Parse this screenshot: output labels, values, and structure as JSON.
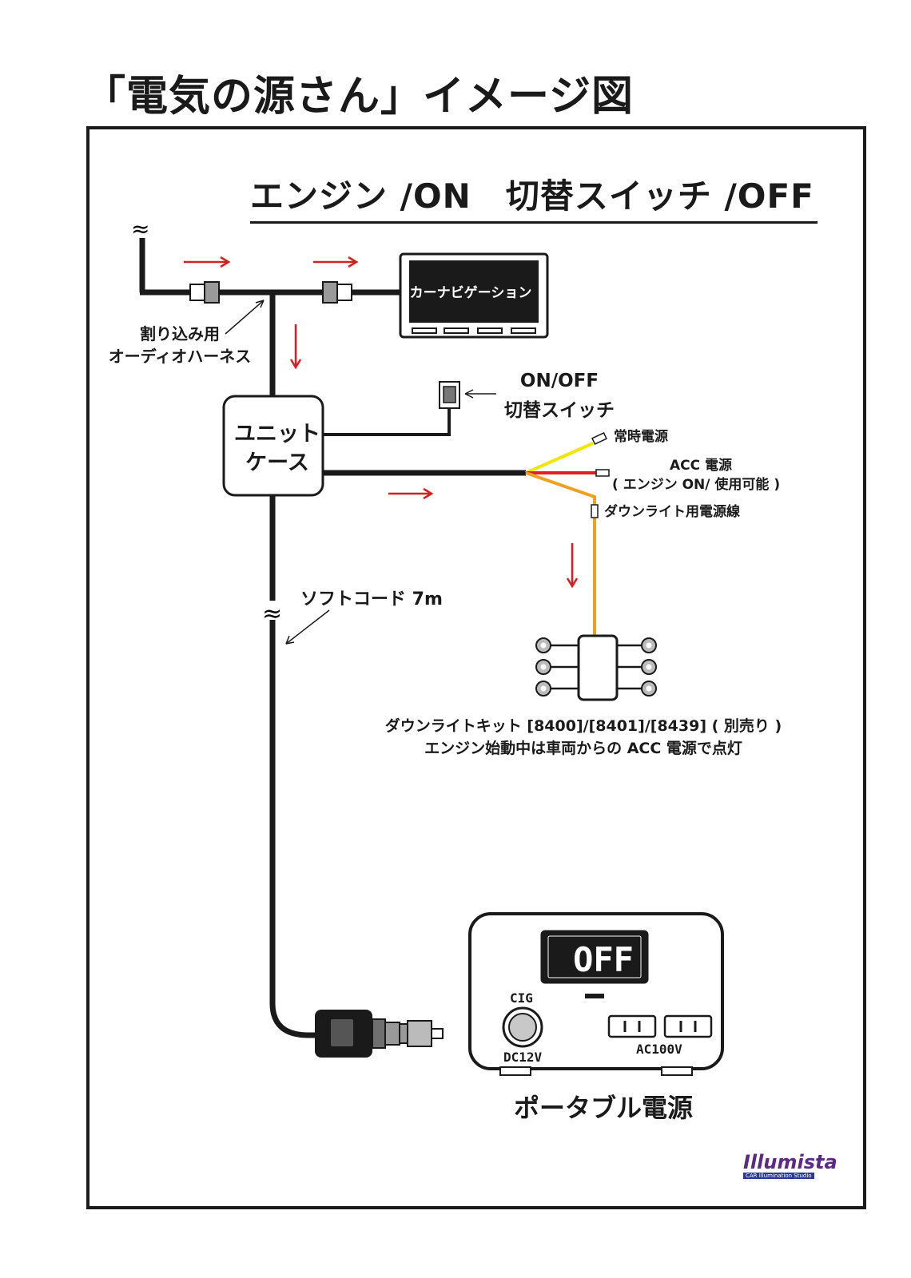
{
  "page": {
    "title": "「電気の源さん」イメージ図",
    "mode_heading": "エンジン /ON　切替スイッチ /OFF"
  },
  "labels": {
    "car_navigation": "カーナビゲーション",
    "tap_harness_line1": "割り込み用",
    "tap_harness_line2": "オーディオハーネス",
    "switch_line1": "ON/OFF",
    "switch_line2": "切替スイッチ",
    "unit_case_line1": "ユニット",
    "unit_case_line2": "ケース",
    "constant_power": "常時電源",
    "acc_power": "ACC 電源",
    "acc_note": "( エンジン ON/ 使用可能 )",
    "downlight_wire": "ダウンライト用電源線",
    "soft_cord": "ソフトコード 7m",
    "kit_line1": "ダウンライトキット [8400]/[8401]/[8439] ( 別売り )",
    "kit_line2": "エンジン始動中は車両からの ACC 電源で点灯",
    "portable_power": "ポータブル電源"
  },
  "portable_unit": {
    "display": "OFF",
    "cig_label": "CIG",
    "dc_label": "DC12V",
    "ac_label": "AC100V"
  },
  "logo": {
    "name": "Illumista",
    "tagline": "CAR Illumination Studio"
  },
  "colors": {
    "arrow": "#d42020",
    "wire_constant": "#f2e600",
    "wire_acc": "#e02020",
    "wire_downlight": "#f0a020",
    "line": "#1a1a1a"
  }
}
